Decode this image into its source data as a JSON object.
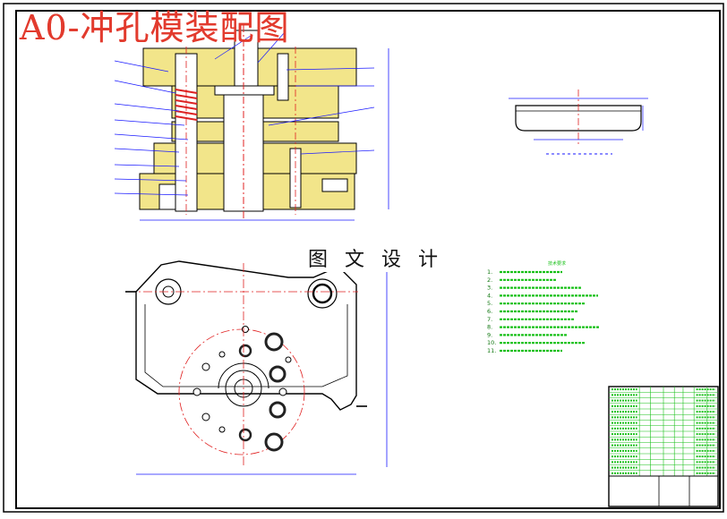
{
  "title": "A0-冲孔模装配图",
  "watermark": "图 文 设 计",
  "colors": {
    "title": "#e23b2e",
    "steel_fill": "#f2e58a",
    "outline": "#000000",
    "center_line": "#e02020",
    "notes_text": "#19c019",
    "dimension": "#1a1aff",
    "dark_cut": "#222222",
    "titleblock_line": "#19c019"
  },
  "views": [
    {
      "name": "front-section-view"
    },
    {
      "name": "plan-view"
    },
    {
      "name": "punched-part-detail"
    }
  ],
  "parts": {
    "hole_pattern": {
      "small_holes": 8,
      "screw_bosses": 6,
      "pins": 2
    }
  },
  "notes": {
    "heading": "技术要求",
    "items": [
      "1.",
      "2.",
      "3.",
      "4.",
      "5.",
      "6.",
      "7.",
      "8.",
      "9.",
      "10.",
      "11."
    ]
  },
  "title_block": {
    "rows": 16,
    "cols": 8
  }
}
